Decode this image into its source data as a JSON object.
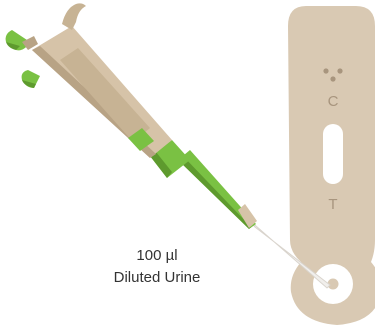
{
  "annotation": {
    "volume": "100 µl",
    "sample": "Diluted Urine"
  },
  "test_strip": {
    "control_label": "C",
    "test_label": "T"
  },
  "colors": {
    "pipette_body": "#d6c3a8",
    "pipette_shadow": "#b8a385",
    "accent_green": "#7ac143",
    "accent_green_dark": "#5e9a2e",
    "tip": "#f1efec",
    "strip_body": "#d9c9b3",
    "strip_text": "#a8957e",
    "window_white": "#ffffff",
    "text": "#333333"
  },
  "icons": {
    "pipette": "pipette-icon",
    "test_strip": "test-strip-icon",
    "dots": "three-dots-icon"
  }
}
